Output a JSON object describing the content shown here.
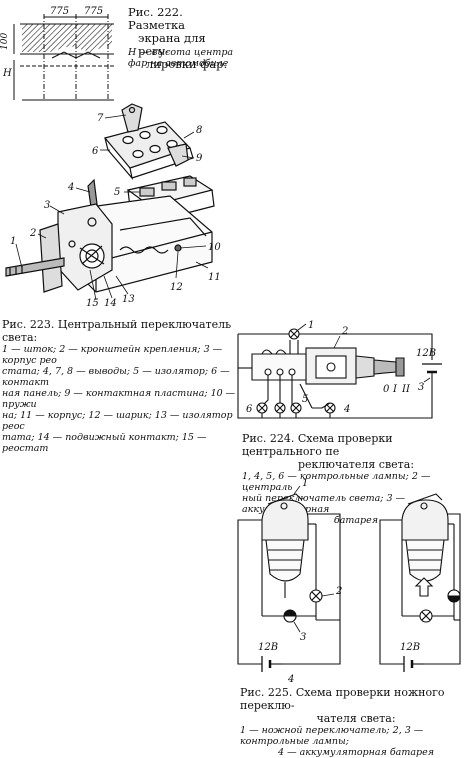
{
  "fig222": {
    "caption_line1": "Рис. 222. Разметка",
    "caption_line2": "экрана для регу-",
    "caption_line3": "лировки фар:",
    "legend_line1": "H — высота центра",
    "legend_line2": "фар на автомобиле",
    "dim_775_left": "775",
    "dim_775_right": "775",
    "dim_100": "100",
    "dim_H": "H"
  },
  "fig223": {
    "caption": "Рис. 223. Центральный переключатель света:",
    "legend_line1": "1 — шток; 2 — кронштейн крепления; 3 — корпус рео",
    "legend_line2": "стата; 4, 7, 8 — выводы; 5 — изолятор; 6 — контакт",
    "legend_line3": "ная панель; 9 — контактная пластина; 10 — пружи",
    "legend_line4": "на; 11 — корпус; 12 — шарик; 13 — изолятор реос",
    "legend_line5": "тата; 14 — подвижный контакт; 15 — реостат",
    "labels": [
      "1",
      "2",
      "3",
      "4",
      "5",
      "6",
      "7",
      "8",
      "9",
      "10",
      "11",
      "12",
      "13",
      "14",
      "15"
    ]
  },
  "fig224": {
    "caption_line1": "Рис. 224. Схема проверки центрального пе",
    "caption_line2": "реключателя света:",
    "legend_line1": "1, 4, 5, 6 — контрольные лампы; 2 — централь",
    "legend_line2": "ный переключатель света; 3 — аккумуляторная",
    "legend_line3": "батарея",
    "labels": [
      "1",
      "2",
      "3",
      "4",
      "5",
      "6"
    ],
    "battery": "12В",
    "positions": [
      "0",
      "I",
      "II"
    ]
  },
  "fig225": {
    "caption_line1": "Рис. 225. Схема проверки ножного переклю-",
    "caption_line2": "чателя света:",
    "legend_line1": "1 — ножной переключатель; 2, 3 — контрольные лампы;",
    "legend_line2": "4 — аккумуляторная батарея",
    "labels": [
      "1",
      "2",
      "3",
      "4"
    ],
    "battery_left": "12В",
    "battery_right": "12В"
  }
}
